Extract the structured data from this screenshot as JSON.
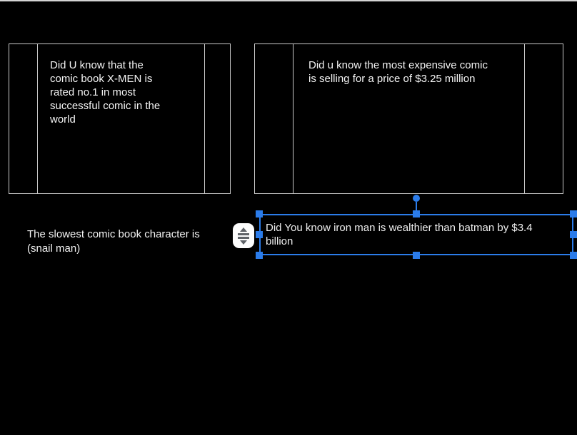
{
  "canvas": {
    "background": "#000000",
    "top_line_color": "#d4d4d4"
  },
  "panels": [
    {
      "id": "xmen-fact-panel",
      "text": "Did U know that the\ncomic book X-MEN is\nrated no.1 in most\nsuccessful comic in the\nworld"
    },
    {
      "id": "expensive-comic-panel",
      "text": "Did u know the most expensive comic\nis selling for a price of $3.25 million"
    }
  ],
  "texts": {
    "slowest_character": "The slowest comic book character is\n(snail man)"
  },
  "selected_textbox": {
    "text": "Did You know iron man is wealthier than batman by $3.4\nbillion",
    "selection_color": "#2b7cea"
  },
  "spacing_button": {
    "icon": "vertical-spacing-icon",
    "icon_color": "#5f6368",
    "background": "#fcfcfc"
  },
  "colors": {
    "panel_border": "#c9c9c9",
    "text": "#f4f4f4"
  }
}
